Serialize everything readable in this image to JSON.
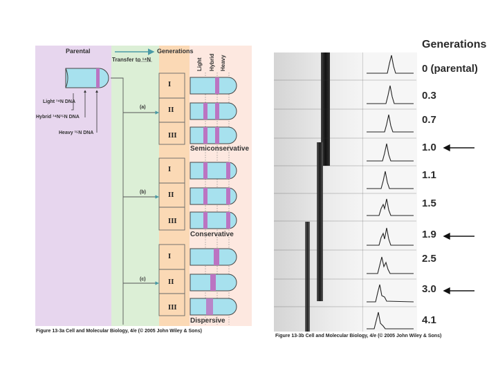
{
  "left_figure": {
    "header_parental": "Parental",
    "header_generations": "Generations",
    "transfer_label": "Transfer to ¹⁴N",
    "columns": [
      "Light",
      "Hybrid",
      "Heavy"
    ],
    "dna_labels": [
      "Light ¹⁴N DNA",
      "Hybrid ¹⁴N¹⁵N DNA",
      "Heavy ¹⁵N DNA"
    ],
    "models": [
      {
        "tag": "(a)",
        "name": "Semiconservative",
        "gens": [
          "I",
          "II",
          "III"
        ]
      },
      {
        "tag": "(b)",
        "name": "Conservative",
        "gens": [
          "I",
          "II",
          "III"
        ]
      },
      {
        "tag": "(c)",
        "name": "Dispersive",
        "gens": [
          "I",
          "II",
          "III"
        ]
      }
    ],
    "caption": "Figure 13-3a  Cell and Molecular Biology, 4/e (© 2005 John Wiley & Sons)",
    "colors": {
      "parental_bg": "#e7d6ee",
      "transfer_bg": "#dcefd6",
      "generations_bg": "#fbd9b5",
      "light_bg": "#fde8e0",
      "tube": "#a7e1ee",
      "band": "#bb74c2",
      "arrow": "#4a9aa6"
    }
  },
  "right_figure": {
    "title": "Generations",
    "generations": [
      "0 (parental)",
      "0.3",
      "0.7",
      "1.0",
      "1.1",
      "1.5",
      "1.9",
      "2.5",
      "3.0",
      "4.1"
    ],
    "arrowed": [
      "1.0",
      "1.9",
      "3.0"
    ],
    "caption": "Figure 13-3b  Cell and Molecular Biology, 4/e (© 2005 John Wiley & Sons)"
  }
}
